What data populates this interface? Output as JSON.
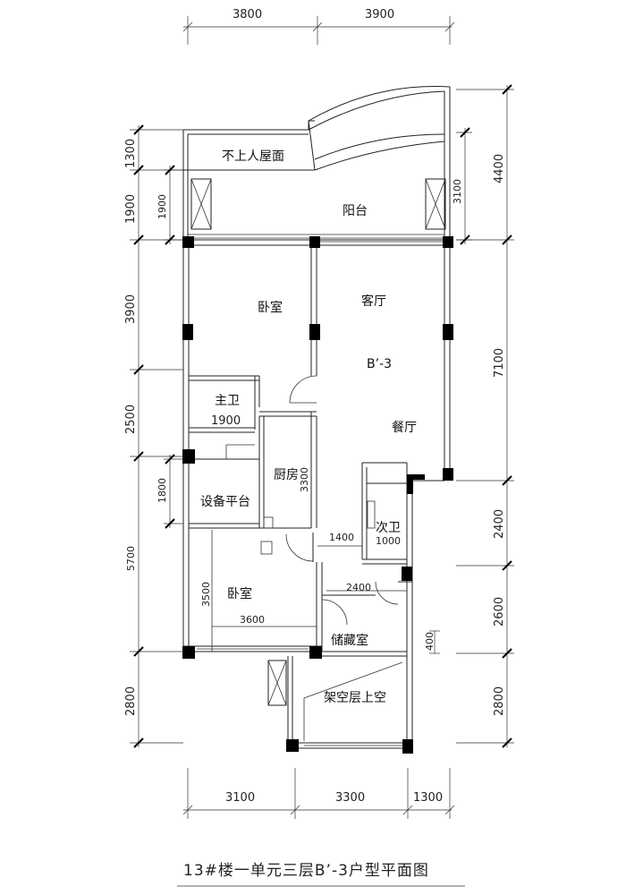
{
  "dimensions": {
    "top": [
      "3800",
      "3900"
    ],
    "bottom": [
      "3100",
      "3300",
      "1300"
    ],
    "left_outer": [
      "1300",
      "1900",
      "3900",
      "2500",
      "5700",
      "2800"
    ],
    "left_inner": [
      "1900",
      "1800"
    ],
    "right_outer": [
      "4400",
      "7100",
      "2400",
      "2600",
      "2800"
    ],
    "right_inner": [
      "3100"
    ],
    "interior": {
      "master_bath_width": "1900",
      "kitchen_depth": "3300",
      "corridor_width": "1400",
      "second_bath_width": "1000",
      "bedroom2_depth": "3500",
      "bedroom2_width": "3600",
      "storage_width": "2400",
      "storage_gap": "400"
    }
  },
  "rooms": {
    "roof": "不上人屋面",
    "balcony": "阳台",
    "bedroom1": "卧室",
    "living": "客厅",
    "unit_code": "B’-3",
    "master_bath": "主卫",
    "dining": "餐厅",
    "kitchen": "厨房",
    "equipment_platform": "设备平台",
    "second_bath": "次卫",
    "bedroom2": "卧室",
    "storage": "储藏室",
    "void_above": "架空层上空"
  },
  "title": "13#楼一单元三层B’-3户型平面图",
  "colors": {
    "line": "#222222",
    "column": "#000000",
    "background": "#ffffff"
  }
}
